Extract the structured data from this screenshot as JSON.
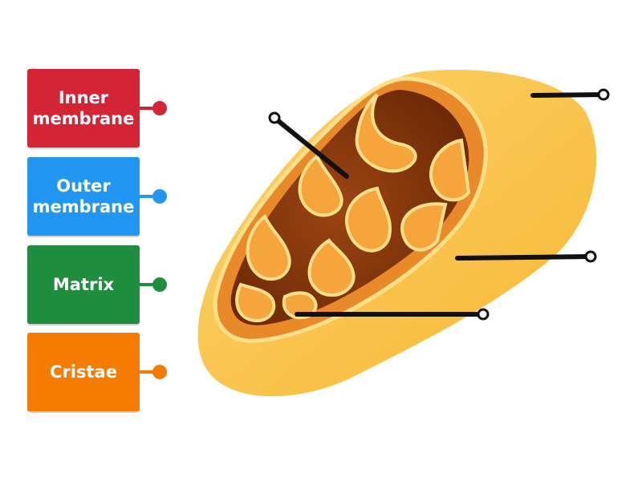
{
  "labels": [
    {
      "id": "inner",
      "text": "Inner\nmembrane",
      "color": "#d42436"
    },
    {
      "id": "outer",
      "text": "Outer\nmembrane",
      "color": "#2196f3"
    },
    {
      "id": "matrix",
      "text": "Matrix",
      "color": "#1e8e3e"
    },
    {
      "id": "cristae",
      "text": "Cristae",
      "color": "#f57c00"
    }
  ],
  "colors": {
    "outer_shell": "#f7b733",
    "outer_shell_light": "#fcd36b",
    "cut_surface": "#e8892a",
    "cavity": "#9c4512",
    "cavity_dark": "#6e2a06",
    "membrane_fold": "#f6a43c",
    "membrane_edge": "#ffe08a",
    "pointer": "#111111"
  },
  "icons": {
    "label_connector_dot": "filled-circle",
    "pointer_end": "hollow-circle"
  }
}
